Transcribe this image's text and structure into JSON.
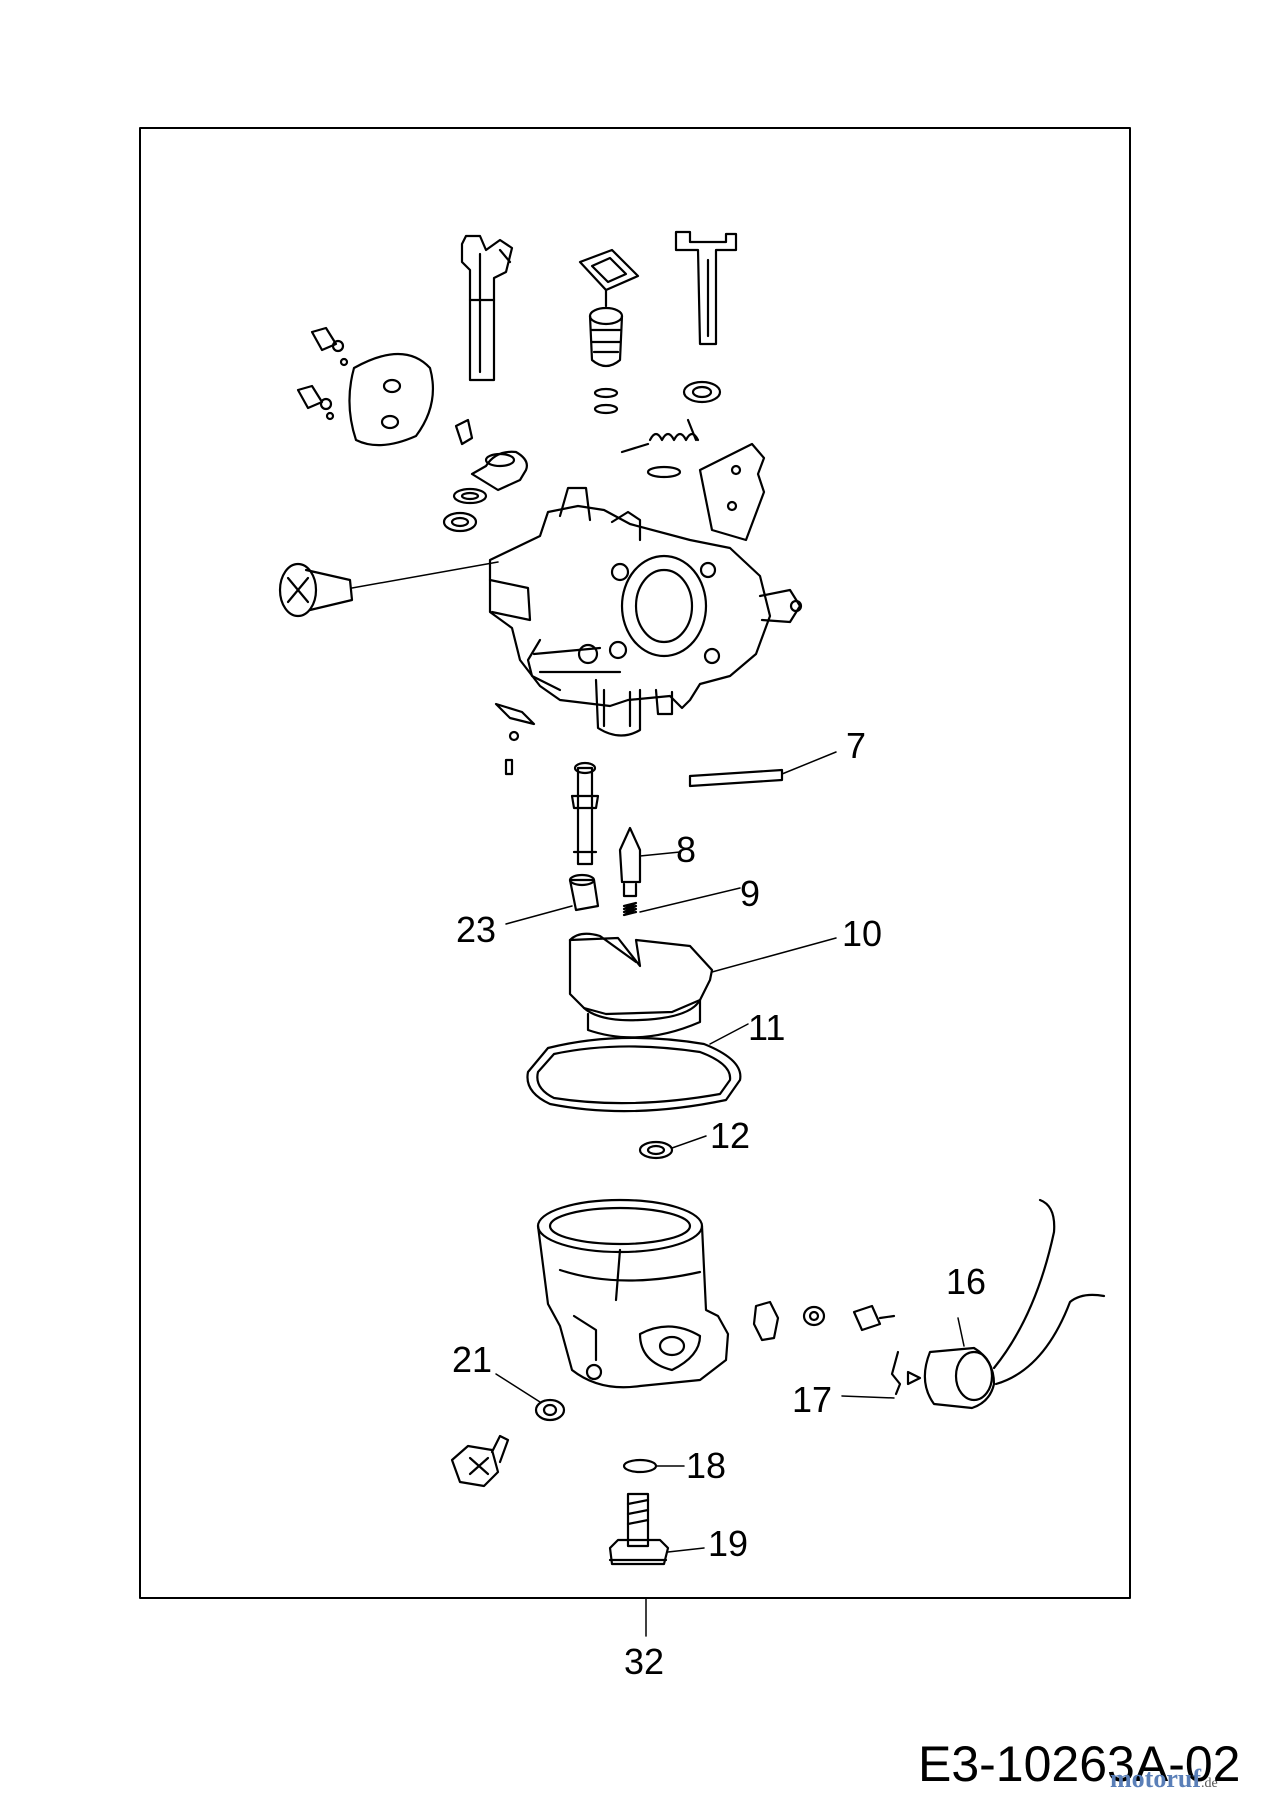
{
  "diagram": {
    "id": "E3-10263A-02",
    "callouts": [
      "7",
      "8",
      "9",
      "10",
      "11",
      "12",
      "16",
      "17",
      "18",
      "19",
      "21",
      "23",
      "32"
    ]
  },
  "watermark": {
    "text": "motoruf",
    "suffix": ".de",
    "color": "#5a7fb8"
  }
}
